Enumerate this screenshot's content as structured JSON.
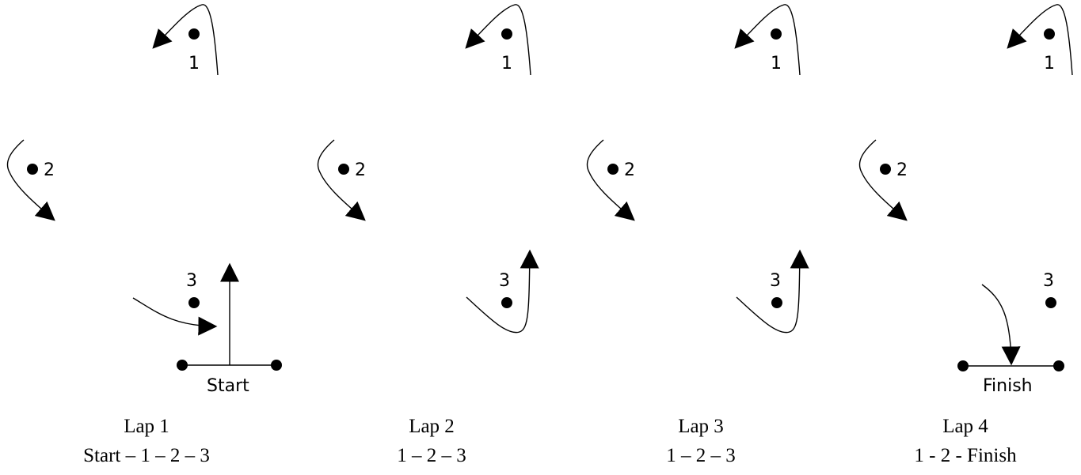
{
  "laps": [
    {
      "marks": {
        "m1": "1",
        "m2": "2",
        "m3": "3"
      },
      "line_label": "Start",
      "caption_title": "Lap 1",
      "caption_route": "Start – 1 – 2 – 3"
    },
    {
      "marks": {
        "m1": "1",
        "m2": "2",
        "m3": "3"
      },
      "caption_title": "Lap 2",
      "caption_route": "1 – 2 – 3"
    },
    {
      "marks": {
        "m1": "1",
        "m2": "2",
        "m3": "3"
      },
      "caption_title": "Lap 3",
      "caption_route": "1 – 2 – 3"
    },
    {
      "marks": {
        "m1": "1",
        "m2": "2",
        "m3": "3"
      },
      "line_label": "Finish",
      "caption_title": "Lap 4",
      "caption_route": "1 - 2 - Finish"
    }
  ]
}
